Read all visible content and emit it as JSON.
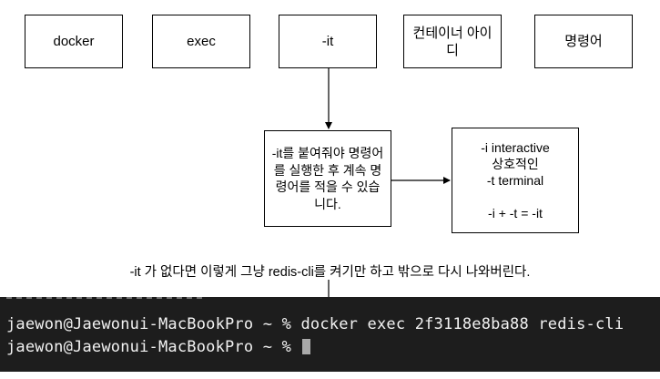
{
  "boxes": {
    "docker": "docker",
    "exec": "exec",
    "it": "-it",
    "container_id": "컨테이너 아이디",
    "command": "명령어"
  },
  "middle_note": "-it를 붙여줘야 명령어를 실행한 후 계속 명령어를 적을 수 있습니다.",
  "right_note": {
    "line1": "-i  interactive",
    "line2": "상호적인",
    "line3": "-t terminal",
    "line4": "-i + -t = -it"
  },
  "caption": "-it 가 없다면 이렇게 그냥 redis-cli를 켜기만 하고 밖으로 다시 나와버린다.",
  "terminal": {
    "line1": "jaewon@Jaewonui-MacBookPro ~ % docker exec 2f3118e8ba88 redis-cli",
    "line2": "jaewon@Jaewonui-MacBookPro ~ % "
  }
}
